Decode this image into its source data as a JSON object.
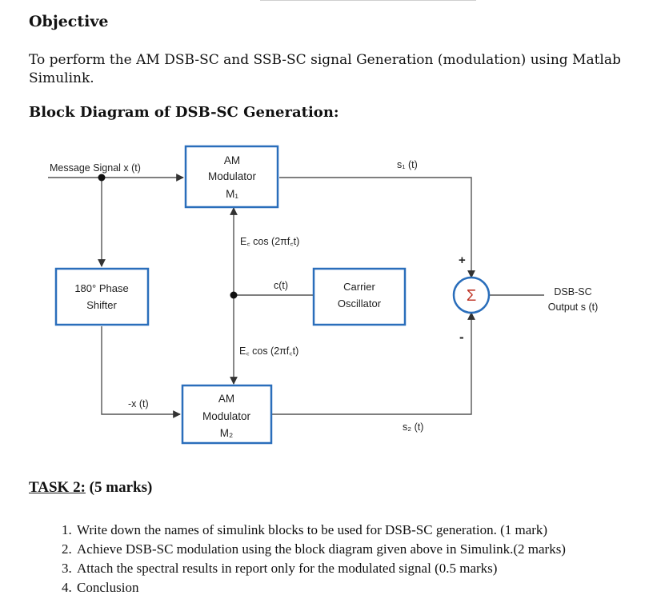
{
  "heading": "Objective",
  "objective_text": "To perform the AM DSB-SC and SSB-SC signal Generation (modulation) using Matlab Simulink.",
  "diagram_heading": "Block Diagram of DSB-SC Generation:",
  "diagram": {
    "message_label": "Message Signal x (t)",
    "am_mod_1": [
      "AM",
      "Modulator",
      "M₁"
    ],
    "am_mod_2": [
      "AM",
      "Modulator",
      "M₂"
    ],
    "phase_shifter": [
      "180° Phase",
      "Shifter"
    ],
    "carrier": [
      "Carrier",
      "Oscillator"
    ],
    "carrier_signal": "c(t)",
    "ec_cos_top": "E꜀ cos (2πf꜀t)",
    "ec_cos_bottom": "E꜀ cos (2πf꜀t)",
    "neg_x": "-x (t)",
    "s1": "s₁ (t)",
    "s2": "s₂ (t)",
    "sum_symbol": "Σ",
    "plus": "+",
    "minus": "-",
    "output": [
      "DSB-SC",
      "Output s (t)"
    ]
  },
  "task": {
    "label": "TASK 2:",
    "marks": " (5 marks)",
    "items": [
      "Write down the names of simulink blocks to be used for DSB-SC generation. (1 mark)",
      "Achieve DSB-SC modulation using the block diagram given above in Simulink.(2 marks)",
      "Attach the spectral results in report only for the modulated signal (0.5 marks)",
      "Conclusion"
    ]
  }
}
